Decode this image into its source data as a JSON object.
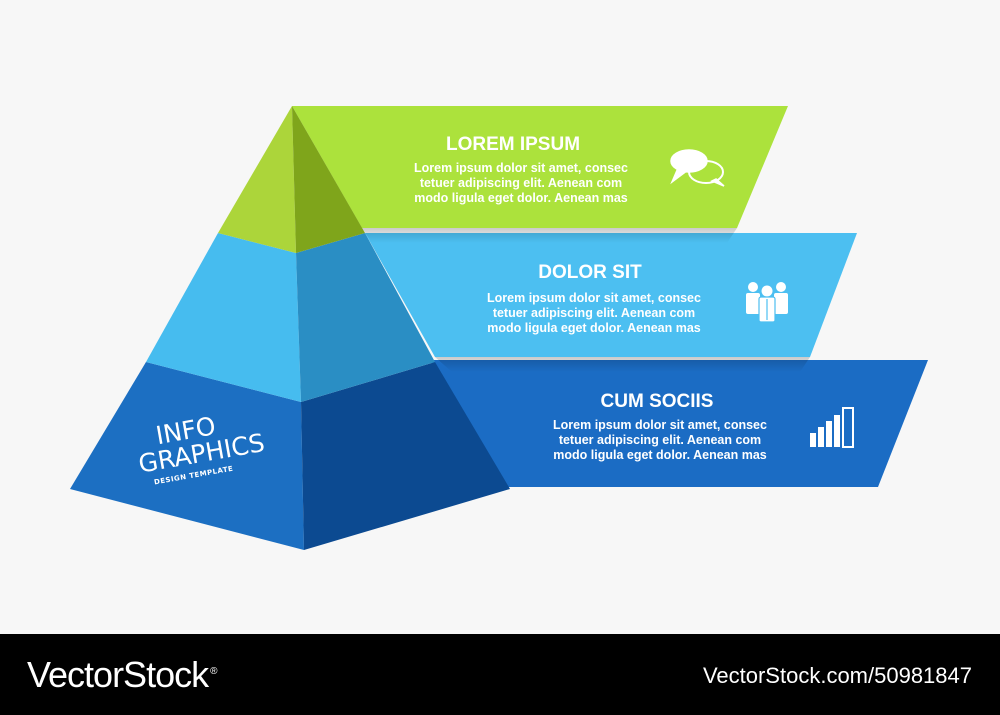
{
  "colors": {
    "green_light": "#acd53a",
    "green_dark": "#7fa51b",
    "sky_light": "#46bcef",
    "sky_dark": "#2a8ec4",
    "blue_light": "#1c6fc2",
    "blue_dark": "#0c4a91",
    "banner_green": "#ace23c",
    "banner_sky": "#4cbff1",
    "banner_blue": "#1b6cc4",
    "footer_bg": "#000000"
  },
  "blocks": [
    {
      "title": "LOREM IPSUM",
      "lines": [
        "Lorem ipsum dolor sit amet, consec",
        "tetuer adipiscing elit. Aenean com",
        "modo ligula eget dolor. Aenean mas"
      ],
      "icon": "speech-bubbles-icon"
    },
    {
      "title": "DOLOR SIT",
      "lines": [
        "Lorem ipsum dolor sit amet, consec",
        "tetuer adipiscing elit. Aenean com",
        "modo ligula eget dolor. Aenean mas"
      ],
      "icon": "people-group-icon"
    },
    {
      "title": "CUM SOCIIS",
      "lines": [
        "Lorem ipsum dolor sit amet, consec",
        "tetuer adipiscing elit. Aenean com",
        "modo ligula eget dolor. Aenean mas"
      ],
      "icon": "bar-chart-icon"
    }
  ],
  "logo": {
    "line1": "INFO",
    "line2": "GRAPHICS",
    "line3": "DESIGN TEMPLATE"
  },
  "footer": {
    "brand": "VectorStock",
    "reg": "®",
    "stock_id": "VectorStock.com/50981847"
  }
}
